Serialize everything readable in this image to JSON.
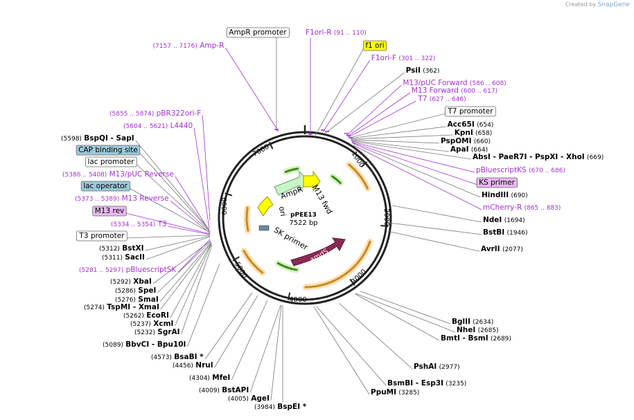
{
  "brand": {
    "created_by": "Created by",
    "name": "SnapGene"
  },
  "plasmid": {
    "name": "pPEE13",
    "length": "7522 bp",
    "total_bp": 7522
  },
  "ticks": [
    "1000",
    "2000",
    "3000",
    "4000",
    "5000",
    "6000",
    "7000"
  ],
  "colors": {
    "primer": "#a030d0",
    "enzyme": "#000000",
    "ring": "#222222",
    "feature_yellow": "#ffff00",
    "feature_gray": "#9cc8d8",
    "primer_box": "#e8b8f0"
  },
  "features": [
    {
      "name": "AmpR",
      "type": "arrow",
      "color": "#c8f5c8"
    },
    {
      "name": "ori",
      "type": "arrow",
      "color": "#ffff00"
    },
    {
      "name": "M13 fwd",
      "type": "primer"
    },
    {
      "name": "SK primer",
      "type": "primer"
    },
    {
      "name": "amdS",
      "type": "arrow",
      "color": "#8c2a55"
    }
  ],
  "labels": [
    {
      "name": "AmpR promoter",
      "pos": "",
      "kind": "box-white"
    },
    {
      "name": "F1ori-R",
      "pos": "(91 .. 110)",
      "kind": "primer"
    },
    {
      "name": "f1 ori",
      "pos": "",
      "kind": "box-yellow"
    },
    {
      "name": "Amp-R",
      "pos": "(7157 .. 7176)",
      "kind": "primer"
    },
    {
      "name": "F1ori-F",
      "pos": "(301 .. 322)",
      "kind": "primer"
    },
    {
      "name": "PsiI",
      "pos": "(362)",
      "kind": "enzyme"
    },
    {
      "name": "M13/pUC Forward",
      "pos": "(586 .. 608)",
      "kind": "primer"
    },
    {
      "name": "M13 Forward",
      "pos": "(600 .. 617)",
      "kind": "primer"
    },
    {
      "name": "T7",
      "pos": "(627 .. 646)",
      "kind": "primer"
    },
    {
      "name": "T7 promoter",
      "pos": "",
      "kind": "box-white"
    },
    {
      "name": "Acc65I",
      "pos": "(654)",
      "kind": "enzyme"
    },
    {
      "name": "KpnI",
      "pos": "(658)",
      "kind": "enzyme"
    },
    {
      "name": "PspOMI",
      "pos": "(660)",
      "kind": "enzyme"
    },
    {
      "name": "ApaI",
      "pos": "(664)",
      "kind": "enzyme"
    },
    {
      "name": "AbsI   - PaeR7I   - PspXI   - XhoI",
      "pos": "(669)",
      "kind": "enzyme"
    },
    {
      "name": "pBluescriptKS",
      "pos": "(670 .. 686)",
      "kind": "primer"
    },
    {
      "name": "KS primer",
      "pos": "",
      "kind": "box-primer"
    },
    {
      "name": "HindIII",
      "pos": "(690)",
      "kind": "enzyme"
    },
    {
      "name": "mCherry-R",
      "pos": "(865 .. 883)",
      "kind": "primer"
    },
    {
      "name": "NdeI",
      "pos": "(1694)",
      "kind": "enzyme"
    },
    {
      "name": "BstBI",
      "pos": "(1946)",
      "kind": "enzyme"
    },
    {
      "name": "AvrII",
      "pos": "(2077)",
      "kind": "enzyme"
    },
    {
      "name": "BglII",
      "pos": "(2634)",
      "kind": "enzyme"
    },
    {
      "name": "NheI",
      "pos": "(2685)",
      "kind": "enzyme"
    },
    {
      "name": "BmtI   - BsmI",
      "pos": "(2689)",
      "kind": "enzyme"
    },
    {
      "name": "PshAI",
      "pos": "(2977)",
      "kind": "enzyme"
    },
    {
      "name": "BsmBI   - Esp3I",
      "pos": "(3235)",
      "kind": "enzyme"
    },
    {
      "name": "PpuMI",
      "pos": "(3285)",
      "kind": "enzyme"
    },
    {
      "name": "pBR322ori-F",
      "pos": "(5855 .. 5874)",
      "kind": "primer"
    },
    {
      "name": "L4440",
      "pos": "(5604 .. 5621)",
      "kind": "primer"
    },
    {
      "name": "BspQI   - SapI",
      "pos": "(5598)",
      "kind": "enzyme"
    },
    {
      "name": "CAP binding site",
      "pos": "",
      "kind": "box-gray"
    },
    {
      "name": "lac promoter",
      "pos": "",
      "kind": "box-white"
    },
    {
      "name": "M13/pUC Reverse",
      "pos": "(5386 .. 5408)",
      "kind": "primer"
    },
    {
      "name": "lac operator",
      "pos": "",
      "kind": "box-gray"
    },
    {
      "name": "M13 Reverse",
      "pos": "(5373 .. 5389)",
      "kind": "primer"
    },
    {
      "name": "M13 rev",
      "pos": "",
      "kind": "box-primer"
    },
    {
      "name": "T3",
      "pos": "(5334 .. 5354)",
      "kind": "primer"
    },
    {
      "name": "T3 promoter",
      "pos": "",
      "kind": "box-white"
    },
    {
      "name": "BstXI",
      "pos": "(5312)",
      "kind": "enzyme"
    },
    {
      "name": "SacII",
      "pos": "(5311)",
      "kind": "enzyme"
    },
    {
      "name": "pBluescriptSK",
      "pos": "(5281 .. 5297)",
      "kind": "primer"
    },
    {
      "name": "XbaI",
      "pos": "(5292)",
      "kind": "enzyme"
    },
    {
      "name": "SpeI",
      "pos": "(5286)",
      "kind": "enzyme"
    },
    {
      "name": "SmaI",
      "pos": "(5276)",
      "kind": "enzyme"
    },
    {
      "name": "TspMI   - XmaI",
      "pos": "(5274)",
      "kind": "enzyme"
    },
    {
      "name": "EcoRI",
      "pos": "(5262)",
      "kind": "enzyme"
    },
    {
      "name": "XcmI",
      "pos": "(5237)",
      "kind": "enzyme"
    },
    {
      "name": "SgrAI",
      "pos": "(5232)",
      "kind": "enzyme"
    },
    {
      "name": "BbvCI   - Bpu10I",
      "pos": "(5089)",
      "kind": "enzyme"
    },
    {
      "name": "BsaBI *",
      "pos": "(4573)",
      "kind": "enzyme"
    },
    {
      "name": "NruI",
      "pos": "(4456)",
      "kind": "enzyme"
    },
    {
      "name": "MfeI",
      "pos": "(4304)",
      "kind": "enzyme"
    },
    {
      "name": "BstAPI",
      "pos": "(4009)",
      "kind": "enzyme"
    },
    {
      "name": "AgeI",
      "pos": "(4005)",
      "kind": "enzyme"
    },
    {
      "name": "BspEI *",
      "pos": "(3984)",
      "kind": "enzyme"
    }
  ]
}
